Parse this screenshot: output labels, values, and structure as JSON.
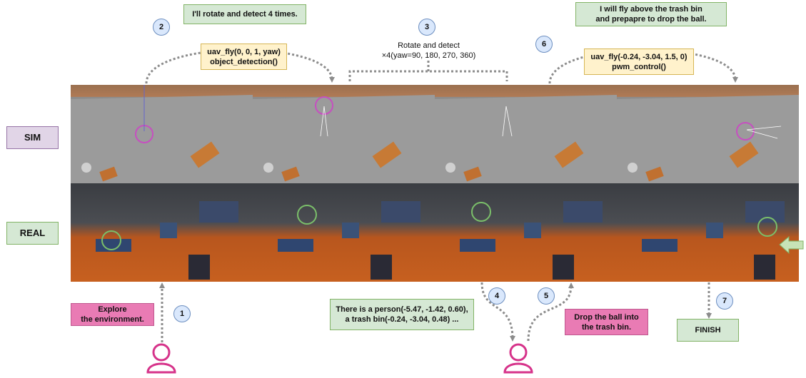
{
  "row_labels": {
    "sim": "SIM",
    "real": "REAL"
  },
  "steps": [
    "1",
    "2",
    "3",
    "4",
    "5",
    "6",
    "7"
  ],
  "boxes": {
    "rotate_detect_4": "I'll rotate and detect 4 times.",
    "uav_fly_yaw": "uav_fly(0, 0, 1, yaw)\nobject_detection()",
    "rotate_detect_label": "Rotate and detect\n×4(yaw=90, 180, 270, 360)",
    "fly_above_bin": "I will fly above the trash bin\nand prepapre to drop the ball.",
    "uav_fly_drop": "uav_fly(-0.24, -3.04, 1.5, 0)\npwm_control()",
    "explore": "Explore\nthe environment.",
    "detection_result": "There is a person(-5.47, -1.42, 0.60),\na trash bin(-0.24, -3.04, 0.48) ...",
    "drop_ball": "Drop the ball into\nthe trash bin.",
    "finish": "FINISH"
  },
  "colors": {
    "green": "#d5e8d4",
    "yellow": "#fff2cc",
    "pink": "#e97bb4",
    "purple": "#e1d5e7",
    "step_circle": "#dae8fc",
    "user_icon": "#d6338a",
    "arrow": "#8c8c8c"
  }
}
